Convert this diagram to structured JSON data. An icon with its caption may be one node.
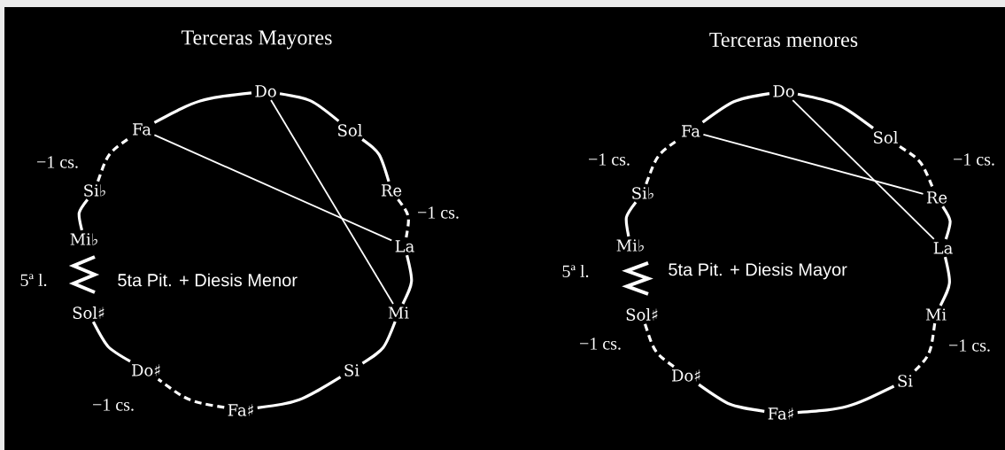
{
  "diagram": {
    "nodes": [
      {
        "text": [
          "Do"
        ]
      },
      {
        "text": [
          "Sol"
        ]
      },
      {
        "text": [
          "Re"
        ]
      },
      {
        "text": [
          "La"
        ]
      },
      {
        "text": [
          "Mi"
        ]
      },
      {
        "text": [
          "Si"
        ]
      },
      {
        "text": [
          "Fa♯"
        ]
      },
      {
        "text": [
          "Do♯"
        ]
      },
      {
        "text": [
          "Sol♯"
        ]
      },
      {
        "text": [
          "Mi♭"
        ]
      },
      {
        "text": [
          "Si♭"
        ]
      },
      {
        "text": [
          "Fa"
        ]
      },
      {
        "text": [
          "Do"
        ]
      },
      {
        "text": [
          "Sol"
        ]
      },
      {
        "text": [
          "Re"
        ]
      },
      {
        "text": [
          "La"
        ]
      },
      {
        "text": [
          "Mi"
        ]
      },
      {
        "text": [
          "Si"
        ]
      },
      {
        "text": [
          "Fa♯"
        ]
      },
      {
        "text": [
          "Do♯"
        ]
      },
      {
        "text": [
          "Sol♯"
        ]
      },
      {
        "text": [
          "Mi♭"
        ]
      },
      {
        "text": [
          "Si♭"
        ]
      },
      {
        "text": [
          "Fa"
        ]
      }
    ],
    "edges": [
      {
        "from": 0,
        "to": 1,
        "arrow": "none"
      },
      {
        "from": 1,
        "to": 2,
        "arrow": "none"
      },
      {
        "from": 2,
        "to": 3,
        "arrow": "none",
        "style": "dashed"
      },
      {
        "from": 3,
        "to": 4,
        "arrow": "none"
      },
      {
        "from": 4,
        "to": 5,
        "arrow": "none"
      },
      {
        "from": 5,
        "to": 6,
        "arrow": "none"
      },
      {
        "from": 6,
        "to": 7,
        "arrow": "none",
        "style": "dashed"
      },
      {
        "from": 7,
        "to": 8,
        "arrow": "none"
      },
      {
        "from": 9,
        "to": 10,
        "arrow": "none"
      },
      {
        "from": 10,
        "to": 11,
        "arrow": "none",
        "style": "dashed"
      },
      {
        "from": 11,
        "to": 0,
        "arrow": "none"
      },
      {
        "from": 0,
        "to": 4,
        "arrow": "none"
      },
      {
        "from": 11,
        "to": 3,
        "arrow": "none"
      },
      {
        "from": 12,
        "to": 13,
        "arrow": "none"
      },
      {
        "from": 13,
        "to": 14,
        "arrow": "none",
        "style": "dashed"
      },
      {
        "from": 14,
        "to": 15,
        "arrow": "none"
      },
      {
        "from": 15,
        "to": 16,
        "arrow": "none"
      },
      {
        "from": 16,
        "to": 17,
        "arrow": "none",
        "style": "dashed"
      },
      {
        "from": 17,
        "to": 18,
        "arrow": "none"
      },
      {
        "from": 18,
        "to": 19,
        "arrow": "none"
      },
      {
        "from": 19,
        "to": 20,
        "arrow": "none",
        "style": "dashed"
      },
      {
        "from": 21,
        "to": 22,
        "arrow": "none"
      },
      {
        "from": 22,
        "to": 23,
        "arrow": "none",
        "style": "dashed"
      },
      {
        "from": 23,
        "to": 12,
        "arrow": "none"
      },
      {
        "from": 12,
        "to": 15,
        "arrow": "none"
      },
      {
        "from": 23,
        "to": 14,
        "arrow": "none"
      }
    ],
    "labels": [
      "Terceras Mayores",
      "Terceras menores",
      "−1 cs.",
      "−1 cs.",
      "5ª l.",
      "5ta Pit. + Diesis Menor",
      "−1 cs.",
      "−1 cs.",
      "−1 cs.",
      "5ª l.",
      "5ta Pit. + Diesis Mayor",
      "−1 cs.",
      "−1 cs."
    ]
  }
}
